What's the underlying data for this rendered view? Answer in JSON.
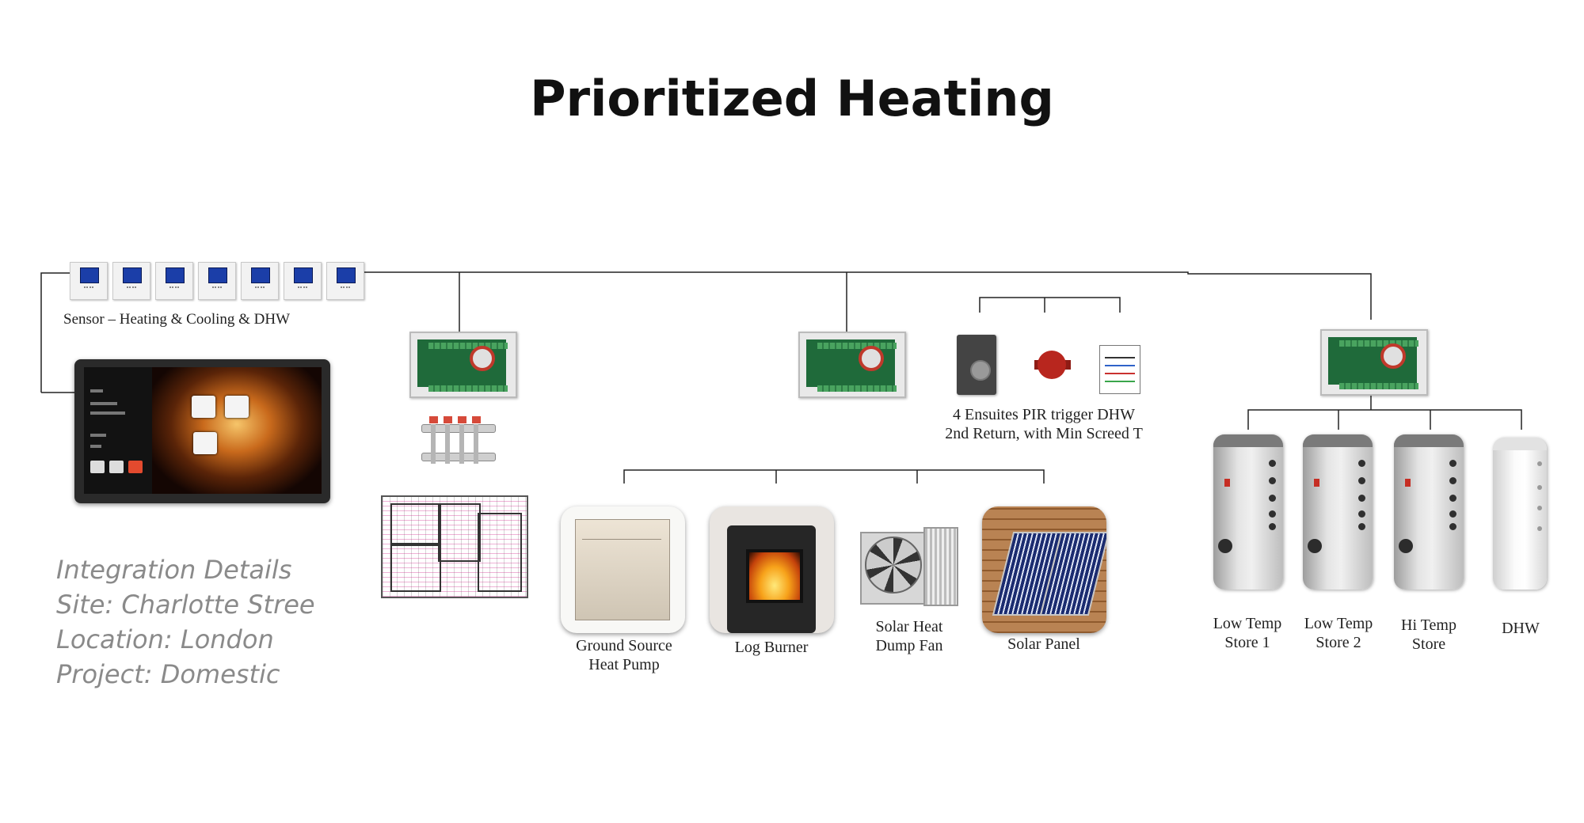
{
  "title": "Prioritized Heating",
  "sensors": {
    "label": "Sensor – Heating & Cooling & DHW",
    "count": 7
  },
  "ensuites": {
    "line1": "4 Ensuites PIR trigger DHW",
    "line2": "2nd Return, with Min Screed T"
  },
  "sources": [
    {
      "line1": "Ground Source",
      "line2": "Heat Pump"
    },
    {
      "line1": "Log Burner",
      "line2": ""
    },
    {
      "line1": "Solar Heat",
      "line2": "Dump Fan"
    },
    {
      "line1": "Solar Panel",
      "line2": ""
    }
  ],
  "stores": [
    {
      "line1": "Low Temp",
      "line2": "Store 1"
    },
    {
      "line1": "Low Temp",
      "line2": "Store 2"
    },
    {
      "line1": "Hi Temp",
      "line2": "Store"
    },
    {
      "line1": "DHW",
      "line2": ""
    }
  ],
  "integration": {
    "heading": "Integration Details",
    "site": "Site: Charlotte Stree",
    "location": "Location: London",
    "project": "Project: Domestic"
  },
  "icons": [
    "thermostat-sensor-icon",
    "touchscreen-panel",
    "controller-board",
    "manifold",
    "floor-plan",
    "pir-sensor",
    "circulation-pump",
    "wiring-schematic",
    "ground-source-heat-pump",
    "log-burner",
    "solar-heat-dump-fan",
    "solar-panel",
    "store-cylinder",
    "dhw-cylinder"
  ],
  "colors": {
    "wire": "#222222",
    "info_text": "#8a8a8a"
  }
}
